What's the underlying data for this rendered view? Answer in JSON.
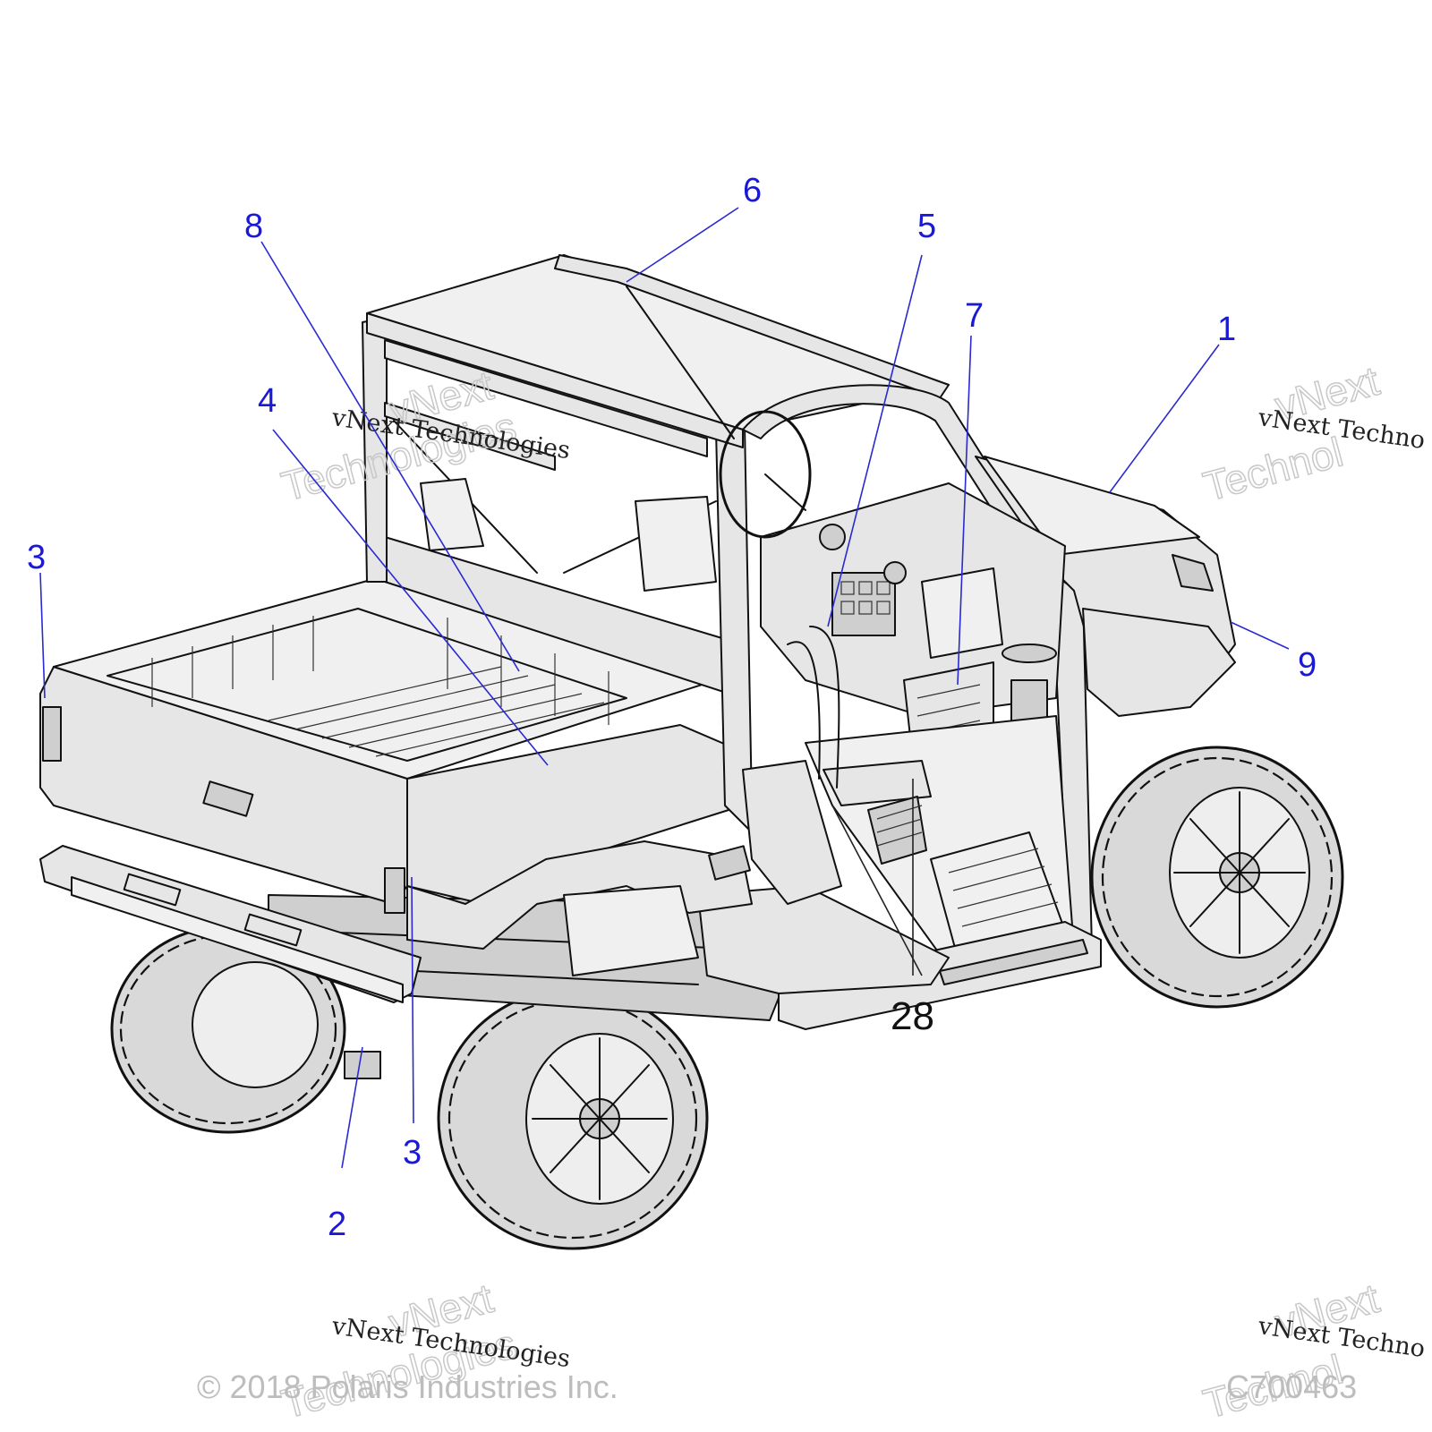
{
  "callouts": {
    "c1": "1",
    "c2": "2",
    "c3a": "3",
    "c3b": "3",
    "c4": "4",
    "c5": "5",
    "c6": "6",
    "c7": "7",
    "c8": "8",
    "c9": "9",
    "c28": "28"
  },
  "watermarks": {
    "serif_text": "vNext Technologies",
    "serif_text_right": "vNext Techno",
    "ghost_line1": "vNext",
    "ghost_line2": "Technologies",
    "ghost_line2_right": "Technol"
  },
  "footer": {
    "copyright": "© 2018 Polaris Industries Inc.",
    "figure_code": "C700463"
  },
  "colors": {
    "callout": "#1a1ad6",
    "linework": "#111111",
    "copyright": "#bdbdbd"
  }
}
